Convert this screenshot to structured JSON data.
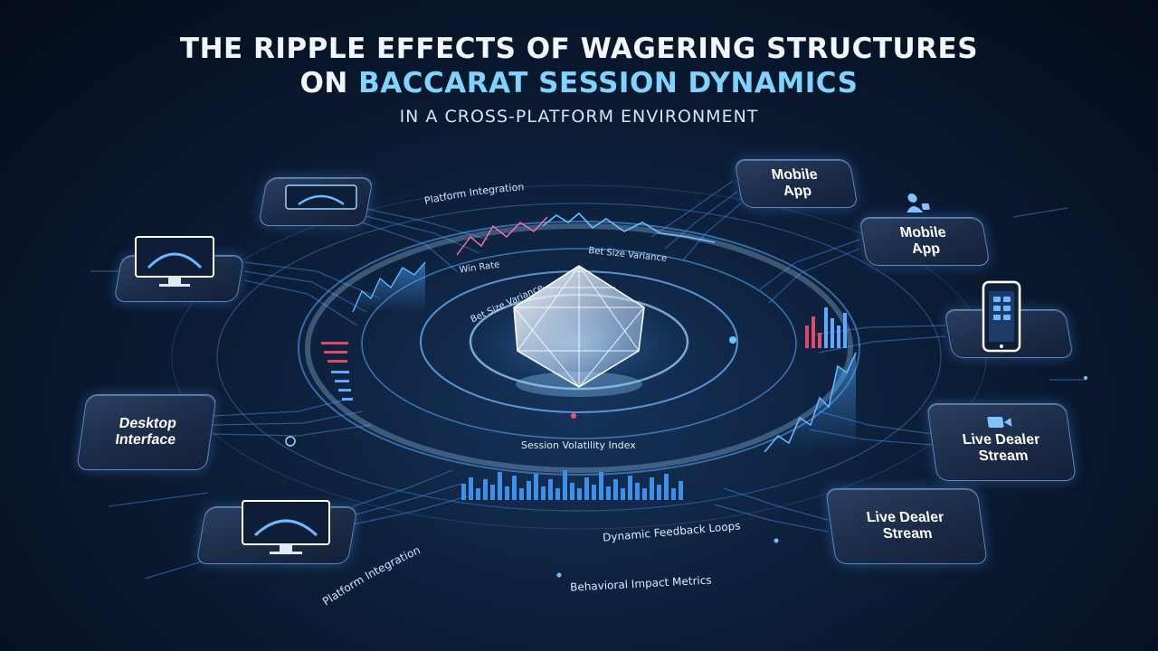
{
  "header": {
    "title_line1": "THE RIPPLE EFFECTS OF WAGERING STRUCTURES",
    "title_line2_prefix": "ON",
    "title_line2_highlight": "BACCARAT SESSION DYNAMICS",
    "subtitle": "IN A CROSS-PLATFORM ENVIRONMENT"
  },
  "nodes": {
    "mobile_app_top": "Mobile App",
    "mobile_app_mid": "Mobile App",
    "desktop_interface": "Desktop Interface",
    "live_dealer_right": "Live Dealer Stream",
    "live_dealer_bottom": "Live Dealer Stream"
  },
  "ring_labels": {
    "platform_integration_top": "Platform Integration",
    "bet_size_variance_top": "Bet Size Variance",
    "win_rate": "Win Rate",
    "bet_size_variance_inner": "Bet Size Variance",
    "session_volatility_index": "Session Volatility Index",
    "dynamic_feedback_loops": "Dynamic Feedback Loops",
    "platform_integration_bottom": "Platform Integration",
    "behavioral_impact_metrics": "Behavioral Impact Metrics"
  },
  "colors": {
    "accent": "#7fd4ff",
    "line": "#4aa8ff",
    "tile_border": "#5f86bd",
    "background": "#0b1a30"
  },
  "icons": [
    "monitor-icon",
    "smartphone-icon",
    "user-icon",
    "video-camera-icon",
    "crystal-icon"
  ]
}
